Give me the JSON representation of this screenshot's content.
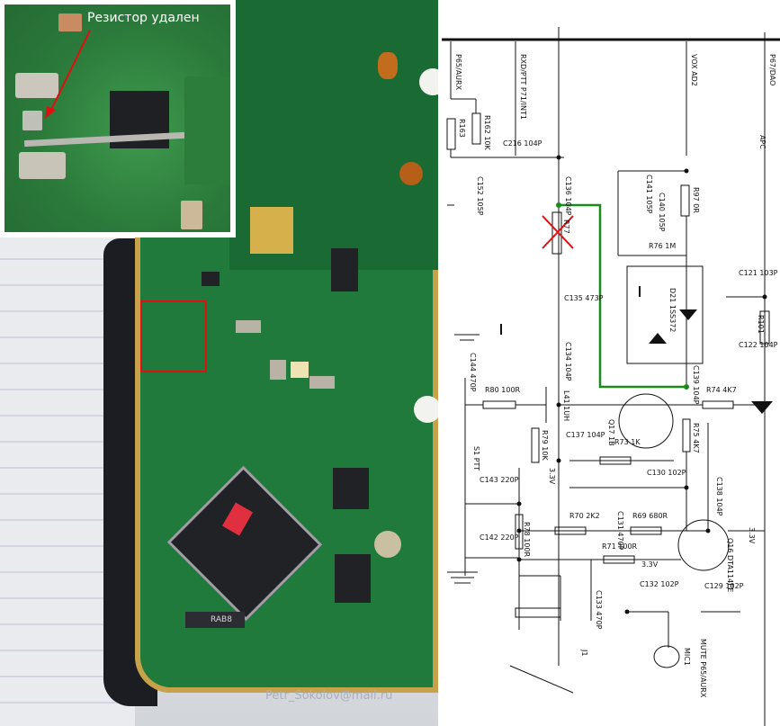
{
  "inset": {
    "annotation": "Резистор удален",
    "arrow_color": "#e01010"
  },
  "photo": {
    "highlight_color": "#e01010",
    "watermark": "Petr_Sokolov@mail.ru",
    "chip_marking": "RAB8"
  },
  "schematic": {
    "nets": [
      "P65/AURX",
      "RXD/PTT P71/INT1",
      "VOX AD2",
      "P67/DAO"
    ],
    "labels": {
      "r163": "R163",
      "r162": "R162 10K",
      "c216": "C216 104P",
      "c152": "C152 105P",
      "c136": "C136 104P",
      "r77": "R77",
      "c141": "C141 105P",
      "c140": "C140 105P",
      "r97": "R97 0R",
      "r76": "R76 1M",
      "c135": "C135 473P",
      "d21": "D21 1SS372",
      "c134": "C134 104P",
      "c139": "C139 104P",
      "c121": "C121 103P",
      "r101": "R101",
      "c122": "C122 104P",
      "apc": "APC",
      "c144": "C144 470P",
      "r80": "R80 100R",
      "l41": "L41 1UH",
      "q17": "Q17 1B",
      "r74": "R74 4K7",
      "r75": "R75 4K7",
      "r79": "R79 10K",
      "c137": "C137 104P",
      "r73": "R73 1K",
      "s1": "S1 PTT",
      "v33a": "3.3V",
      "c143": "C143 220P",
      "c130": "C130 102P",
      "c138": "C138 104P",
      "r70": "R70 2K2",
      "c131": "C131 470P",
      "r69": "R69 680R",
      "v33b": "3.3V",
      "q16": "Q16 DTA114EE",
      "c142": "C142 220P",
      "r78": "R78 100R",
      "r71": "R71 100R",
      "v33c": "3.3V",
      "c133": "C133 470P",
      "c132": "C132 102P",
      "c129": "C129 102P",
      "j1": "J1",
      "mic1": "MIC1",
      "mute": "MUTE P65/AURX"
    },
    "mod_wire_color": "#1a8a1a",
    "removed_mark_color": "#e01010"
  }
}
